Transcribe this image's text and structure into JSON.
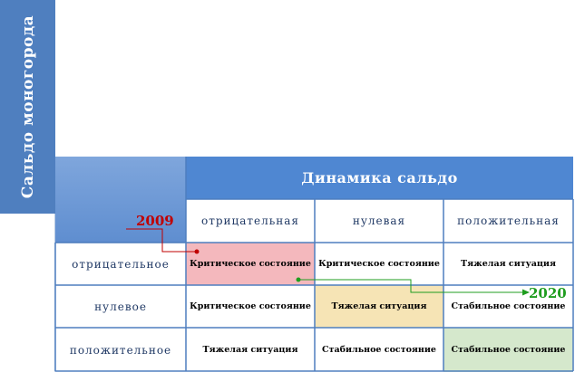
{
  "axis_label": "Сальдо моногорода",
  "header": "Динамика сальдо",
  "columns": [
    "отрицательная",
    "нулевая",
    "положительная"
  ],
  "rows": [
    {
      "label": "отрицательное",
      "cells": [
        "Критическое состояние",
        "Критическое состояние",
        "Тяжелая ситуация"
      ]
    },
    {
      "label": "нулевое",
      "cells": [
        "Критическое состояние",
        "Тяжелая ситуация",
        "Стабильное состояние"
      ]
    },
    {
      "label": "положительное",
      "cells": [
        "Тяжелая ситуация",
        "Стабильное состояние",
        "Стабильное состояние"
      ]
    }
  ],
  "highlights": {
    "r0c0": "#f4b8bd",
    "r1c1": "#f6e4b5",
    "r2c2": "#d5e8cc"
  },
  "annotations": {
    "start_year": "2009",
    "end_year": "2020",
    "start_color": "#c00000",
    "end_color": "#1f9d1f"
  }
}
